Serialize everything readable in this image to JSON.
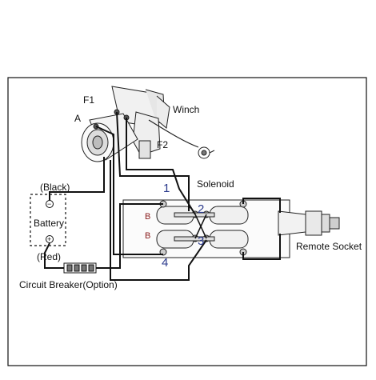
{
  "diagram": {
    "labels": {
      "winch": "Winch",
      "f1": "F1",
      "f2": "F2",
      "a": "A",
      "solenoid": "Solenoid",
      "black": "(Black)",
      "battery": "Battery",
      "minus": "−",
      "plus": "+",
      "red": "(Red)",
      "circuit_breaker": "Circuit Breaker(Option)",
      "remote_socket": "Remote Socket"
    },
    "terminals": [
      "1",
      "2",
      "3",
      "4"
    ],
    "b_marks": [
      "B",
      "B"
    ]
  },
  "colors": {
    "wire": "#111111",
    "terminal_numbers": "#2b3a8c",
    "b_marks": "#8a1c1c"
  }
}
